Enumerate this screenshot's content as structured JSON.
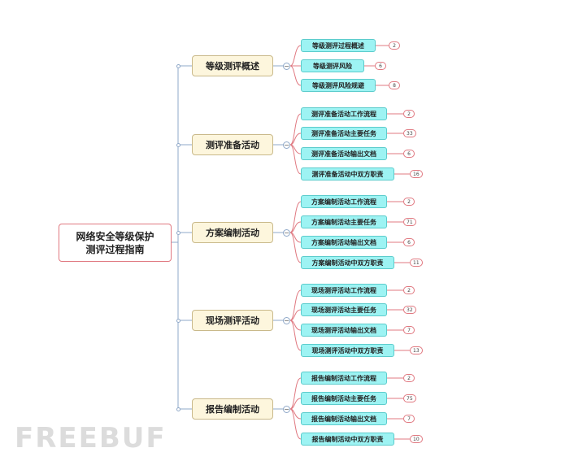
{
  "root": {
    "title_line1": "网络安全等级保护",
    "title_line2": "测评过程指南"
  },
  "branches": [
    {
      "label": "等级测评概述",
      "children": [
        {
          "label": "等级测评过程概述",
          "count": "2"
        },
        {
          "label": "等级测评风险",
          "count": "6"
        },
        {
          "label": "等级测评风险规避",
          "count": "8"
        }
      ]
    },
    {
      "label": "测评准备活动",
      "children": [
        {
          "label": "测评准备活动工作流程",
          "count": "2"
        },
        {
          "label": "测评准备活动主要任务",
          "count": "33"
        },
        {
          "label": "测评准备活动输出文档",
          "count": "6"
        },
        {
          "label": "测评准备活动中双方职责",
          "count": "16"
        }
      ]
    },
    {
      "label": "方案编制活动",
      "children": [
        {
          "label": "方案编制活动工作流程",
          "count": "2"
        },
        {
          "label": "方案编制活动主要任务",
          "count": "71"
        },
        {
          "label": "方案编制活动输出文档",
          "count": "6"
        },
        {
          "label": "方案编制活动中双方职责",
          "count": "11"
        }
      ]
    },
    {
      "label": "现场测评活动",
      "children": [
        {
          "label": "现场测评活动工作流程",
          "count": "2"
        },
        {
          "label": "现场测评活动主要任务",
          "count": "32"
        },
        {
          "label": "现场测评活动输出文档",
          "count": "7"
        },
        {
          "label": "现场测评活动中双方职责",
          "count": "13"
        }
      ]
    },
    {
      "label": "报告编制活动",
      "children": [
        {
          "label": "报告编制活动工作流程",
          "count": "2"
        },
        {
          "label": "报告编制活动主要任务",
          "count": "75"
        },
        {
          "label": "报告编制活动输出文档",
          "count": "7"
        },
        {
          "label": "报告编制活动中双方职责",
          "count": "10"
        }
      ]
    }
  ],
  "toggle_symbol": "−",
  "watermark": "FREEBUF",
  "colors": {
    "root_border": "#e07880",
    "branch_fill": "#fdf6dd",
    "leaf_fill": "#9df3f3",
    "link": "#e07880",
    "trunk": "#8fa8c8"
  }
}
